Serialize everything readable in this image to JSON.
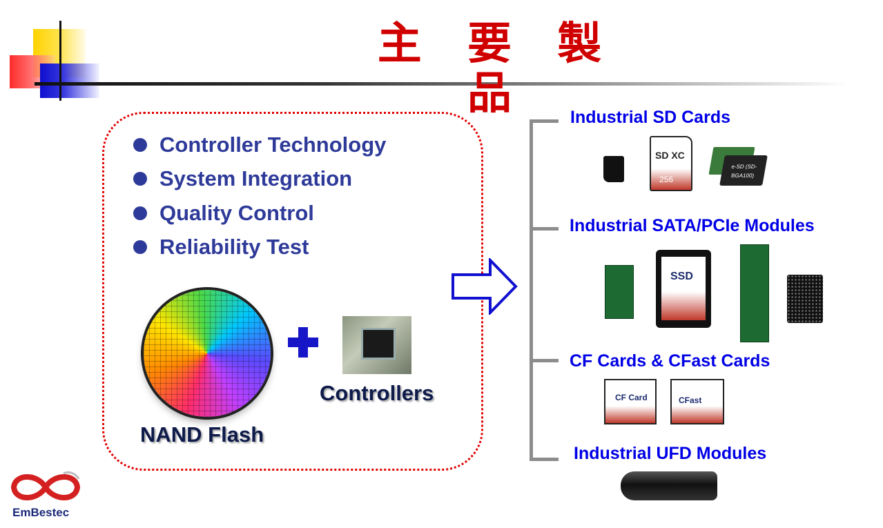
{
  "title": "主 要 製 品",
  "capabilities": [
    "Controller Technology",
    "System Integration",
    "Quality Control",
    "Reliability Test"
  ],
  "components": {
    "nand_label": "NAND Flash",
    "controller_label": "Controllers"
  },
  "products": {
    "sd": "Industrial SD Cards",
    "sata": "Industrial SATA/PCIe Modules",
    "cf": "CF Cards & CFast Cards",
    "ufd": "Industrial UFD Modules"
  },
  "product_labels": {
    "sd_xc": "SD XC",
    "sd_capacity": "256",
    "esd": "e-SD (SD-BGA100)",
    "ssd": "SSD",
    "cf": "CF Card",
    "cfast": "CFast"
  },
  "logo": {
    "name": "EmBestec"
  },
  "colors": {
    "title": "#d00000",
    "bullet": "#2e3a99",
    "category": "#0000e6",
    "box_border": "#e00000"
  }
}
